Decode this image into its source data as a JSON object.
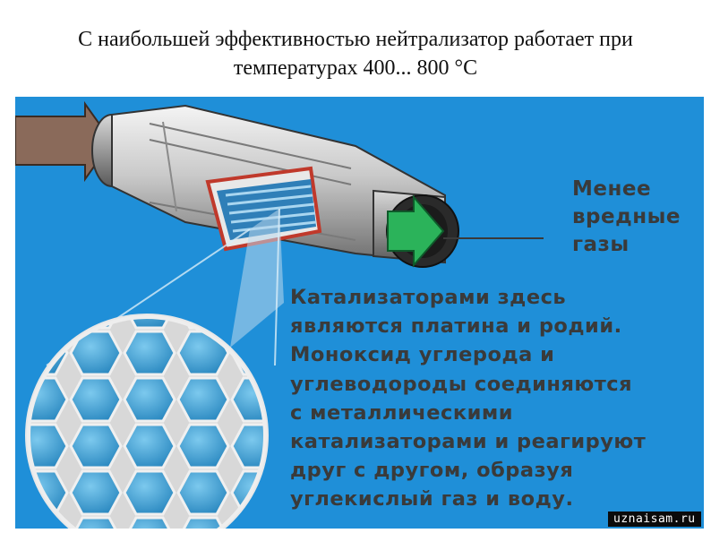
{
  "title": {
    "line1": "С наибольшей эффективностью нейтрализатор работает при",
    "line2": "температурах 400... 800 °С"
  },
  "gas_label": {
    "lines": [
      "Менее",
      "вредные",
      "газы"
    ]
  },
  "description": {
    "lines": [
      "Катализаторами здесь",
      "являются платина и родий.",
      "Моноксид углерода и",
      "углеводороды соединяются",
      "с металлическими",
      "катализаторами и реагируют",
      "друг с другом, образуя",
      "углекислый газ и воду."
    ]
  },
  "watermark": "uznaisam.ru",
  "colors": {
    "background": "#1f8fd8",
    "text": "#3a3a3a",
    "honeycomb_cell": "#3ea7dc",
    "outlet_arrow": "#2bb35a"
  }
}
